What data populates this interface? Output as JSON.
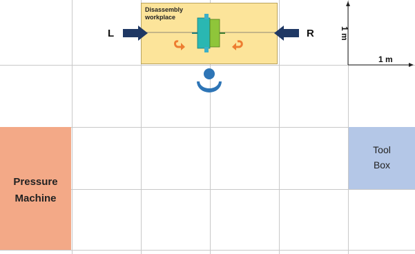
{
  "workplace": {
    "label": "Disassembly workplace"
  },
  "left_side": {
    "label": "L"
  },
  "right_side": {
    "label": "R"
  },
  "scale": {
    "vertical_label": "1 m",
    "horizontal_label": "1 m"
  },
  "pressure_machine": {
    "label_line1": "Pressure",
    "label_line2": "Machine"
  },
  "tool_box": {
    "label_line1": "Tool",
    "label_line2": "Box"
  },
  "colors": {
    "workplace": "#fce49a",
    "pressure_machine": "#f3a987",
    "tool_box": "#b4c7e7",
    "arrows": "#1f3864",
    "operator": "#2e75b6",
    "rotation": "#ed7d31"
  }
}
